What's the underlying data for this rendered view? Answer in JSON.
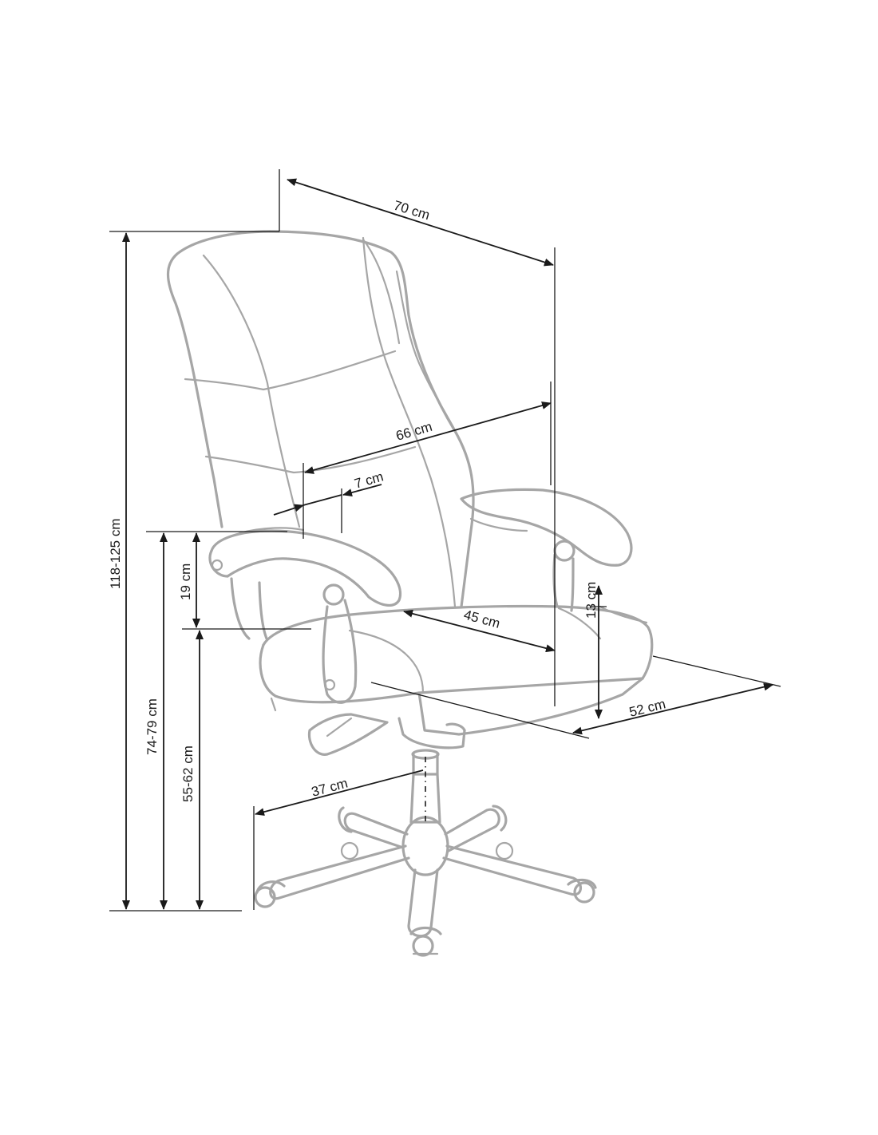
{
  "diagram": {
    "labels": {
      "overall_width": "70 cm",
      "backrest_width": "66 cm",
      "armrest_width": "7 cm",
      "seat_depth": "45 cm",
      "seat_width": "52 cm",
      "armrest_height_above_seat": "19 cm",
      "seat_cushion_height": "13 cm",
      "overall_height": "118-125 cm",
      "armrest_height": "74-79 cm",
      "seat_height": "55-62 cm",
      "base_radius": "37 cm"
    },
    "colors": {
      "chair_outline": "#a6a6a6",
      "dimension_lines": "#1a1a1a"
    }
  }
}
